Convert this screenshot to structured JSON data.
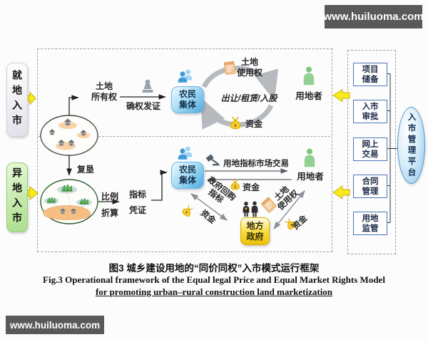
{
  "banners": {
    "top": "www.huiluoma.com",
    "bottom": "www.huiluoma.com"
  },
  "entries": {
    "local": "就地入市",
    "remote": "异地入市"
  },
  "top_flow": {
    "land_ownership": "土地\n所有权",
    "certification": "确权发证",
    "farmer_collective": "农民\n集体",
    "land_use_right": "土地\n使用权",
    "exchange_modes": "出让/租赁/入股",
    "funds": "资金",
    "land_user": "用地者"
  },
  "bottom_flow": {
    "reclamation": "复垦",
    "ratio_conversion": "比例\n折算",
    "quota_certificate": "指标\n凭证",
    "farmer_collective": "农民\n集体",
    "quota_market_trade": "用地指标市场交易",
    "funds_return": "资金",
    "land_user": "用地者",
    "gov_repurchase": "政府回购\n指标",
    "gov_funds": "资金",
    "local_government": "地方\n政府",
    "land_use_right": "土地\n使用权",
    "user_funds": "资金"
  },
  "platform": {
    "modules": [
      "项目\n储备",
      "入市\n审批",
      "网上\n交易",
      "合同\n管理",
      "用地\n监管"
    ],
    "name": "入市管理平台"
  },
  "caption": {
    "zh": "图3  城乡建设用地的“同价同权”入市模式运行框架",
    "en1": "Fig.3  Operational framework of the Equal legal Price and Equal Market Rights Model",
    "en2": "for promoting urban–rural construction land marketization"
  },
  "icons": {
    "money_bag_symbol": "¥"
  },
  "colors": {
    "collective_blue": "#4fa8e0",
    "government_yellow": "#f6d32a",
    "entry_green": "#aede8d",
    "flow_arrow_yellow": "#f7ea1f",
    "platform_blue": "#8cc4ec",
    "banner_gray": "#59595b"
  }
}
